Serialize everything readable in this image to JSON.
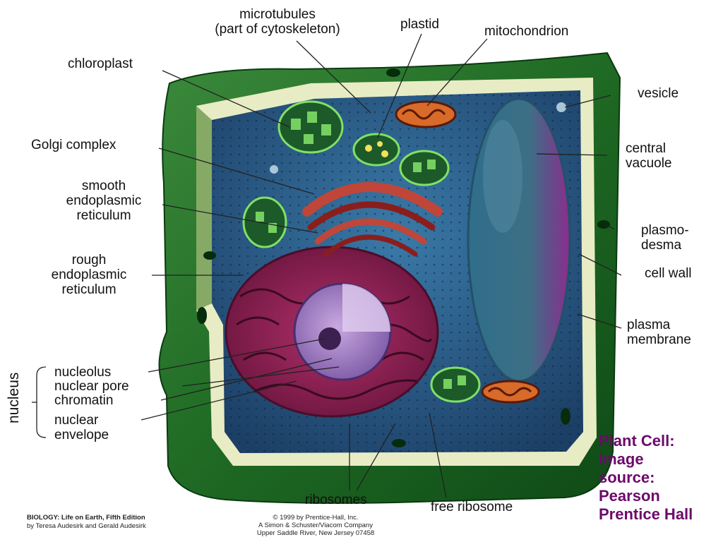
{
  "diagram": {
    "labels": {
      "microtubules": "microtubules\n(part of cytoskeleton)",
      "plastid": "plastid",
      "mitochondrion": "mitochondrion",
      "chloroplast": "chloroplast",
      "vesicle": "vesicle",
      "golgi": "Golgi complex",
      "central_vacuole": "central\nvacuole",
      "smooth_er": "smooth\nendoplasmic\nreticulum",
      "plasmodesma": "plasmo-\ndesma",
      "rough_er": "rough\nendoplasmic\nreticulum",
      "cell_wall": "cell wall",
      "plasma_membrane": "plasma\nmembrane",
      "nucleolus": "nucleolus",
      "nuclear_pore": "nuclear pore",
      "chromatin": "chromatin",
      "nuclear_envelope": "nuclear\nenvelope",
      "nucleus": "nucleus",
      "ribosomes": "ribosomes",
      "free_ribosome": "free ribosome"
    },
    "caption": "Plant Cell:\nImage\nsource:\nPearson\nPrentice Hall",
    "book_credit_title": "BIOLOGY: Life on Earth, Fifth Edition",
    "book_credit_authors": "by Teresa Audesirk and Gerald Audesirk",
    "copyright": "© 1999 by Prentice-Hall, Inc.\nA Simon & Schuster/Viacom Company\nUpper Saddle River, New Jersey 07458"
  }
}
